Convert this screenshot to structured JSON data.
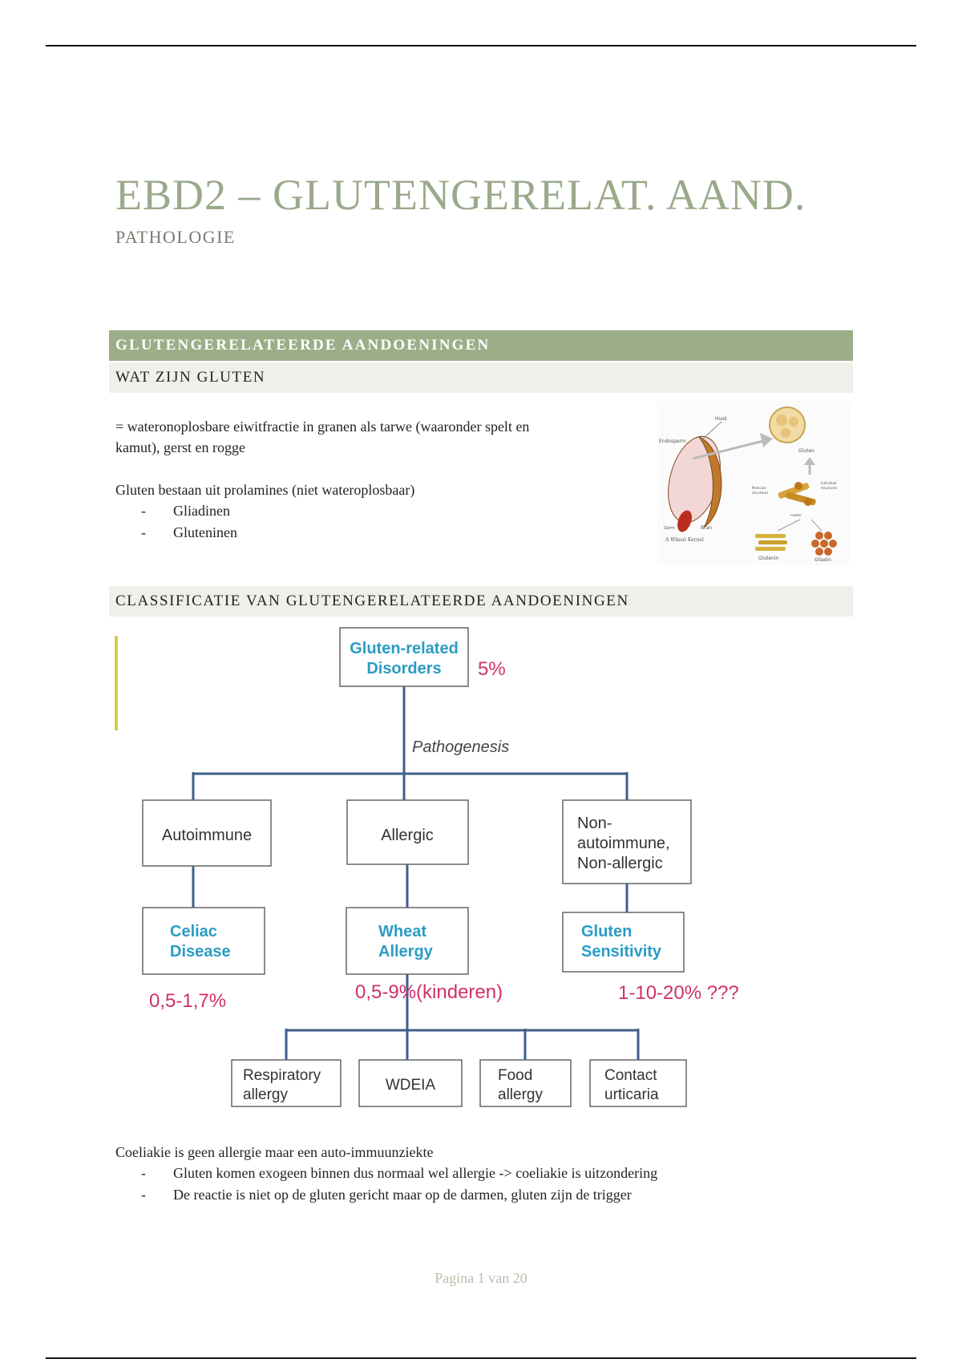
{
  "document": {
    "title": "EBD2 – GLUTENGERELAT. AAND.",
    "subtitle": "PATHOLOGIE",
    "section_heading": "GLUTENGERELATEERDE AANDOENINGEN",
    "sub_heading_1": "WAT ZIJN GLUTEN",
    "definition_line1": "= wateronoplosbare eiwitfractie in granen als tarwe (waaronder spelt en",
    "definition_line2": "kamut), gerst en rogge",
    "composition_intro": "Gluten bestaan uit prolamines (niet wateroplosbaar)",
    "composition_items": [
      "Gliadinen",
      "Gluteninen"
    ],
    "sub_heading_2": "CLASSIFICATIE VAN GLUTENGERELATEERDE AANDOENINGEN",
    "note_intro": "Coeliakie is geen allergie maar een auto-immuunziekte",
    "note_items": [
      "Gluten komen exogeen binnen dus normaal wel allergie -> coeliakie is uitzondering",
      "De reactie is niet op de gluten gericht maar op de darmen, gluten zijn de trigger"
    ],
    "footer": "Pagina 1 van 20"
  },
  "kernel_figure": {
    "labels": {
      "husk": "Husk",
      "endosperm": "Endosperm",
      "germ": "Germ",
      "bran": "Bran",
      "caption": "A Wheat Kernel",
      "gluten": "Gluten",
      "glutenin": "Glutenin",
      "gliadin": "Gliadin",
      "molecule_left_1": "Molecule",
      "molecule_left_2": "structures",
      "molecule_right_1": "Individual",
      "molecule_right_2": "structures",
      "water": "+water"
    }
  },
  "diagram": {
    "root_line1": "Gluten-related",
    "root_line2": "Disorders",
    "root_pct": "5%",
    "pathogenesis": "Pathogenesis",
    "cat_autoimmune": "Autoimmune",
    "cat_allergic": "Allergic",
    "cat_non_line1": "Non-",
    "cat_non_line2": "autoimmune,",
    "cat_non_line3": "Non-allergic",
    "celiac_line1": "Celiac",
    "celiac_line2": "Disease",
    "wheat_line1": "Wheat",
    "wheat_line2": "Allergy",
    "sens_line1": "Gluten",
    "sens_line2": "Sensitivity",
    "pct_celiac": "0,5-1,7%",
    "pct_wheat": "0,5-9%(kinderen)",
    "pct_sens": "1-10-20% ???",
    "leaf_resp_line1": "Respiratory",
    "leaf_resp_line2": "allergy",
    "leaf_wdeia": "WDEIA",
    "leaf_food_line1": "Food",
    "leaf_food_line2": "allergy",
    "leaf_contact_line1": "Contact",
    "leaf_contact_line2": "urticaria"
  },
  "colors": {
    "title_green": "#9aa98a",
    "heading_green": "#9bae87",
    "heading_grey": "#eef0ea",
    "link_blue": "#2a9cc4",
    "pct_pink": "#d0306a",
    "line_blue": "#3d5f8a"
  }
}
